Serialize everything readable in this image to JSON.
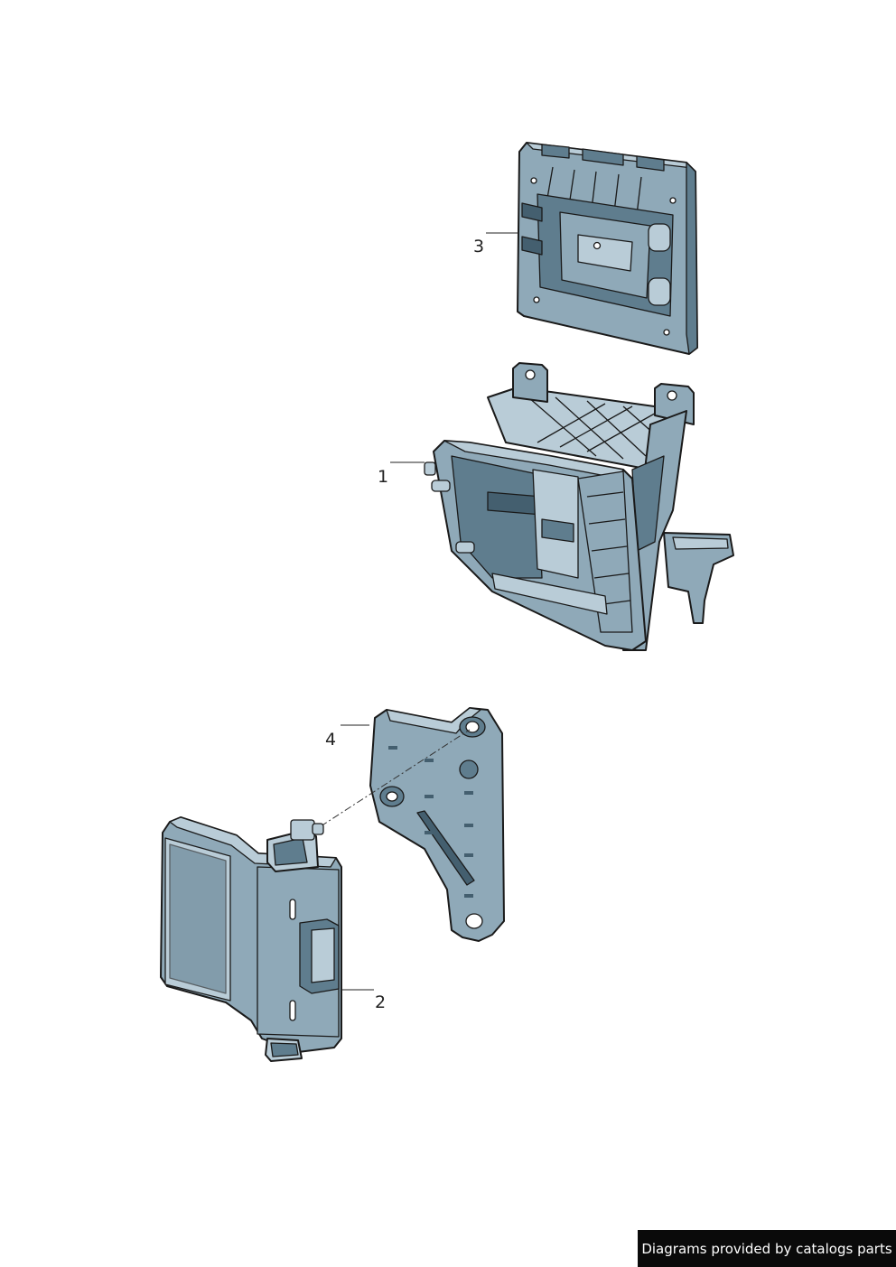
{
  "callouts": [
    {
      "id": "1",
      "label": "1"
    },
    {
      "id": "2",
      "label": "2"
    },
    {
      "id": "3",
      "label": "3"
    },
    {
      "id": "4",
      "label": "4"
    }
  ],
  "watermark": "Diagrams provided by catalogs parts",
  "colors": {
    "part_body": "#8fa9b8",
    "part_light": "#b9ccd7",
    "part_dark": "#5f7d8e",
    "outline": "#1a1a1a",
    "watermark_bg": "#0a0a0a",
    "watermark_text": "#ffffff"
  }
}
